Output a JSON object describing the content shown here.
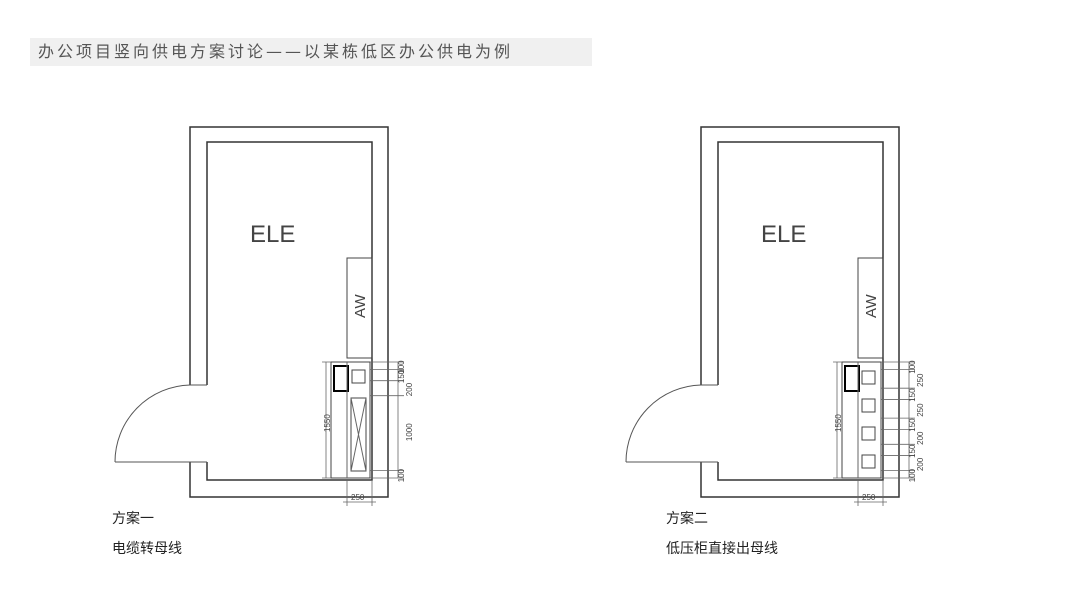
{
  "title": "办公项目竖向供电方案讨论——以某栋低区办公供电为例",
  "plan1": {
    "scheme": "方案一",
    "desc": "电缆转母线",
    "room_label": "ELE",
    "aw_label": "AW",
    "dim_total": "1550",
    "dim_width": "250",
    "dims": [
      "100",
      "150",
      "200",
      "1000",
      "100"
    ]
  },
  "plan2": {
    "scheme": "方案二",
    "desc": "低压柜直接出母线",
    "room_label": "ELE",
    "aw_label": "AW",
    "dim_total": "1550",
    "dim_width": "250",
    "dims": [
      "100",
      "250",
      "150",
      "250",
      "150",
      "200",
      "150",
      "200",
      "100"
    ]
  }
}
